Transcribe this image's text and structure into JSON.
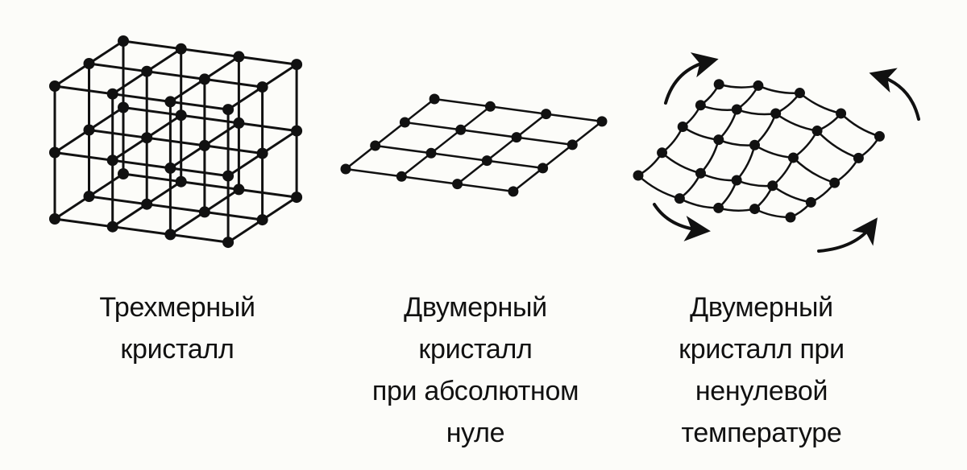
{
  "colors": {
    "background": "#fcfcf9",
    "ink": "#111111"
  },
  "panels": [
    {
      "id": "3d-crystal",
      "diagram": "cubic-lattice-3d",
      "caption_lines": [
        "Трехмерный",
        "кристалл"
      ]
    },
    {
      "id": "2d-crystal-zero",
      "diagram": "flat-square-lattice-2d",
      "caption_lines": [
        "Двумерный",
        "кристалл",
        "при абсолютном",
        "нуле"
      ]
    },
    {
      "id": "2d-crystal-nonzero",
      "diagram": "wavy-square-lattice-2d-with-fluctuation-arrows",
      "caption_lines": [
        "Двумерный",
        "кристалл при",
        "ненулевой",
        "температуре"
      ]
    }
  ]
}
